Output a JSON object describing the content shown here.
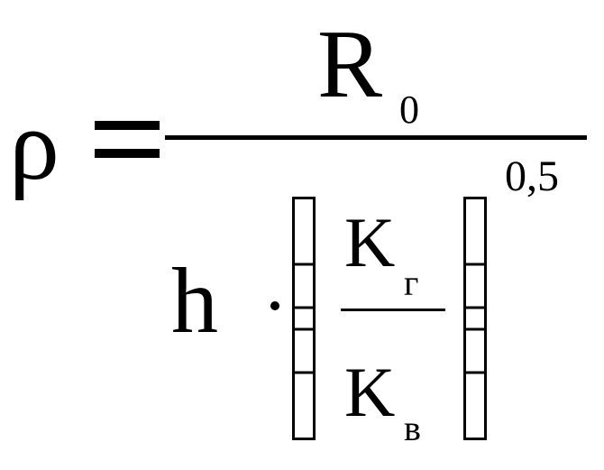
{
  "formula": {
    "lhs": "ρ",
    "numerator": {
      "symbol": "R",
      "subscript": "0"
    },
    "exponent": "0,5",
    "denominator": {
      "factor": "h",
      "inner_numerator": {
        "symbol": "K",
        "subscript": "г"
      },
      "inner_denominator": {
        "symbol": "K",
        "subscript": "в"
      }
    }
  }
}
